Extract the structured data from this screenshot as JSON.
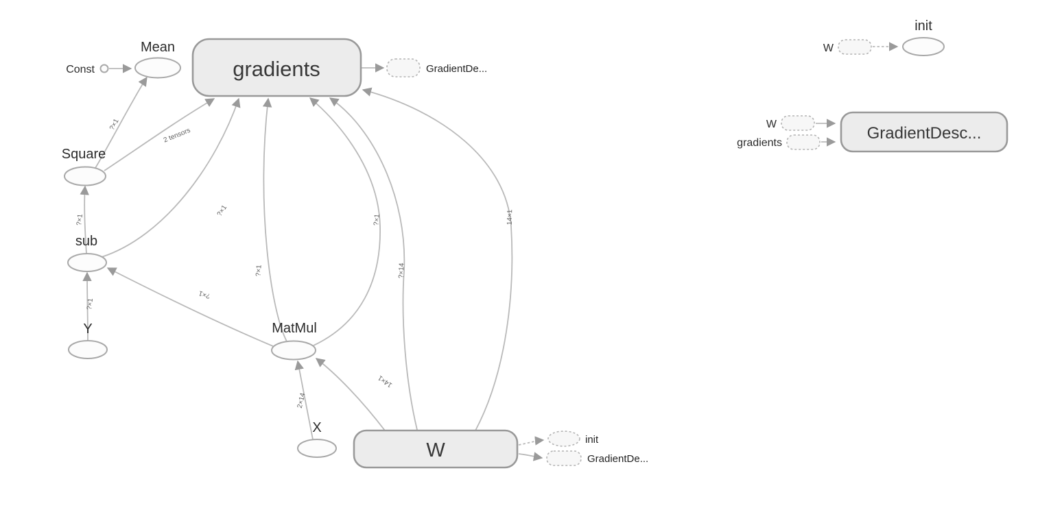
{
  "nodes": {
    "const": "Const",
    "mean": "Mean",
    "gradients": "gradients",
    "square": "Square",
    "sub": "sub",
    "y": "Y",
    "matmul": "MatMul",
    "x": "X",
    "w": "W"
  },
  "refs": {
    "gradients_out_label": "GradientDe...",
    "w_init_label": "init",
    "w_out_label": "GradientDe..."
  },
  "edge_labels": {
    "square_mean": "?×1",
    "square_gradients": "2 tensors",
    "sub_square": "?×1",
    "y_sub": "?×1",
    "matmul_sub": "?×1",
    "sub_gradients": "?×1",
    "matmul_gradients": "?×1",
    "matmul_gradients_right": "?×1",
    "x_gradients": "?×14",
    "w_gradients": "14×1",
    "w_matmul": "14×1",
    "x_matmul": "2×14"
  },
  "aux": {
    "init_group": {
      "title": "init",
      "input_w": "W"
    },
    "gd_group": {
      "title": "GradientDesc...",
      "input_w": "W",
      "input_gradients": "gradients"
    }
  }
}
